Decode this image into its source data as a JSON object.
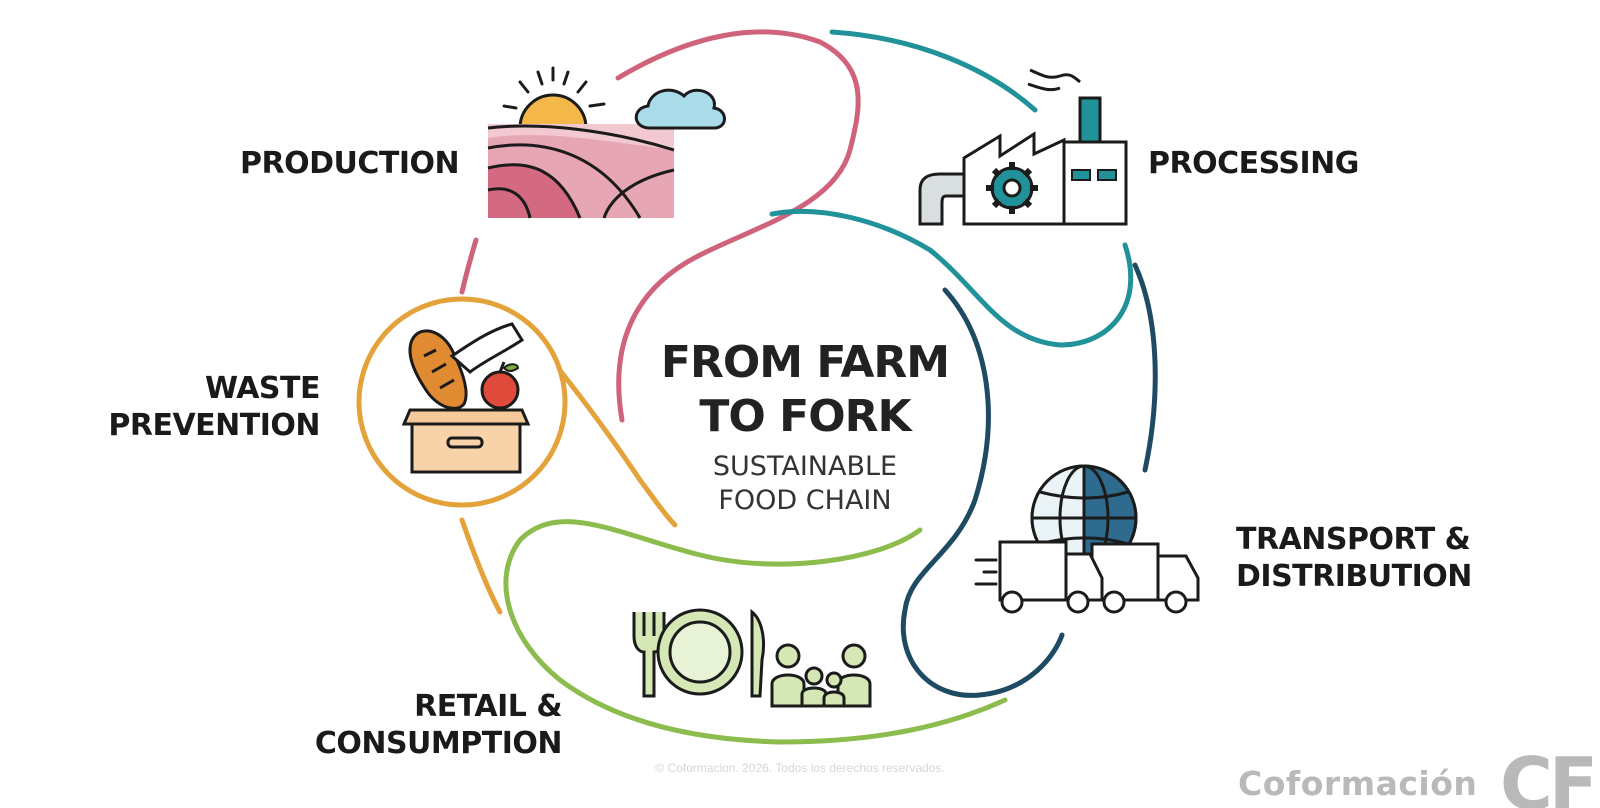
{
  "diagram": {
    "center": {
      "title_line1": "FROM FARM",
      "title_line2": "TO FORK",
      "subtitle_line1": "SUSTAINABLE",
      "subtitle_line2": "FOOD CHAIN"
    },
    "stages": {
      "production": {
        "label": "PRODUCTION",
        "icon": "farm-field-sun-icon",
        "color": "#d0637c"
      },
      "processing": {
        "label": "PROCESSING",
        "icon": "factory-gear-icon",
        "color": "#21919a"
      },
      "transport": {
        "line1": "TRANSPORT &",
        "line2": "DISTRIBUTION",
        "icon": "globe-trucks-icon",
        "color": "#1f4a63"
      },
      "retail": {
        "line1": "RETAIL &",
        "line2": "CONSUMPTION",
        "icon": "plate-cutlery-family-icon",
        "color": "#8cbc4e"
      },
      "waste": {
        "line1": "WASTE",
        "line2": "PREVENTION",
        "icon": "food-donation-box-icon",
        "color": "#e4a33a"
      }
    }
  },
  "footer": {
    "copyright": "© Coformacion. 2026. Todos los derechos reservados.",
    "brand_name": "Coformación",
    "brand_mark": "CF"
  },
  "colors": {
    "text": "#1a1a1a",
    "watermark": "#b9b9b9"
  }
}
